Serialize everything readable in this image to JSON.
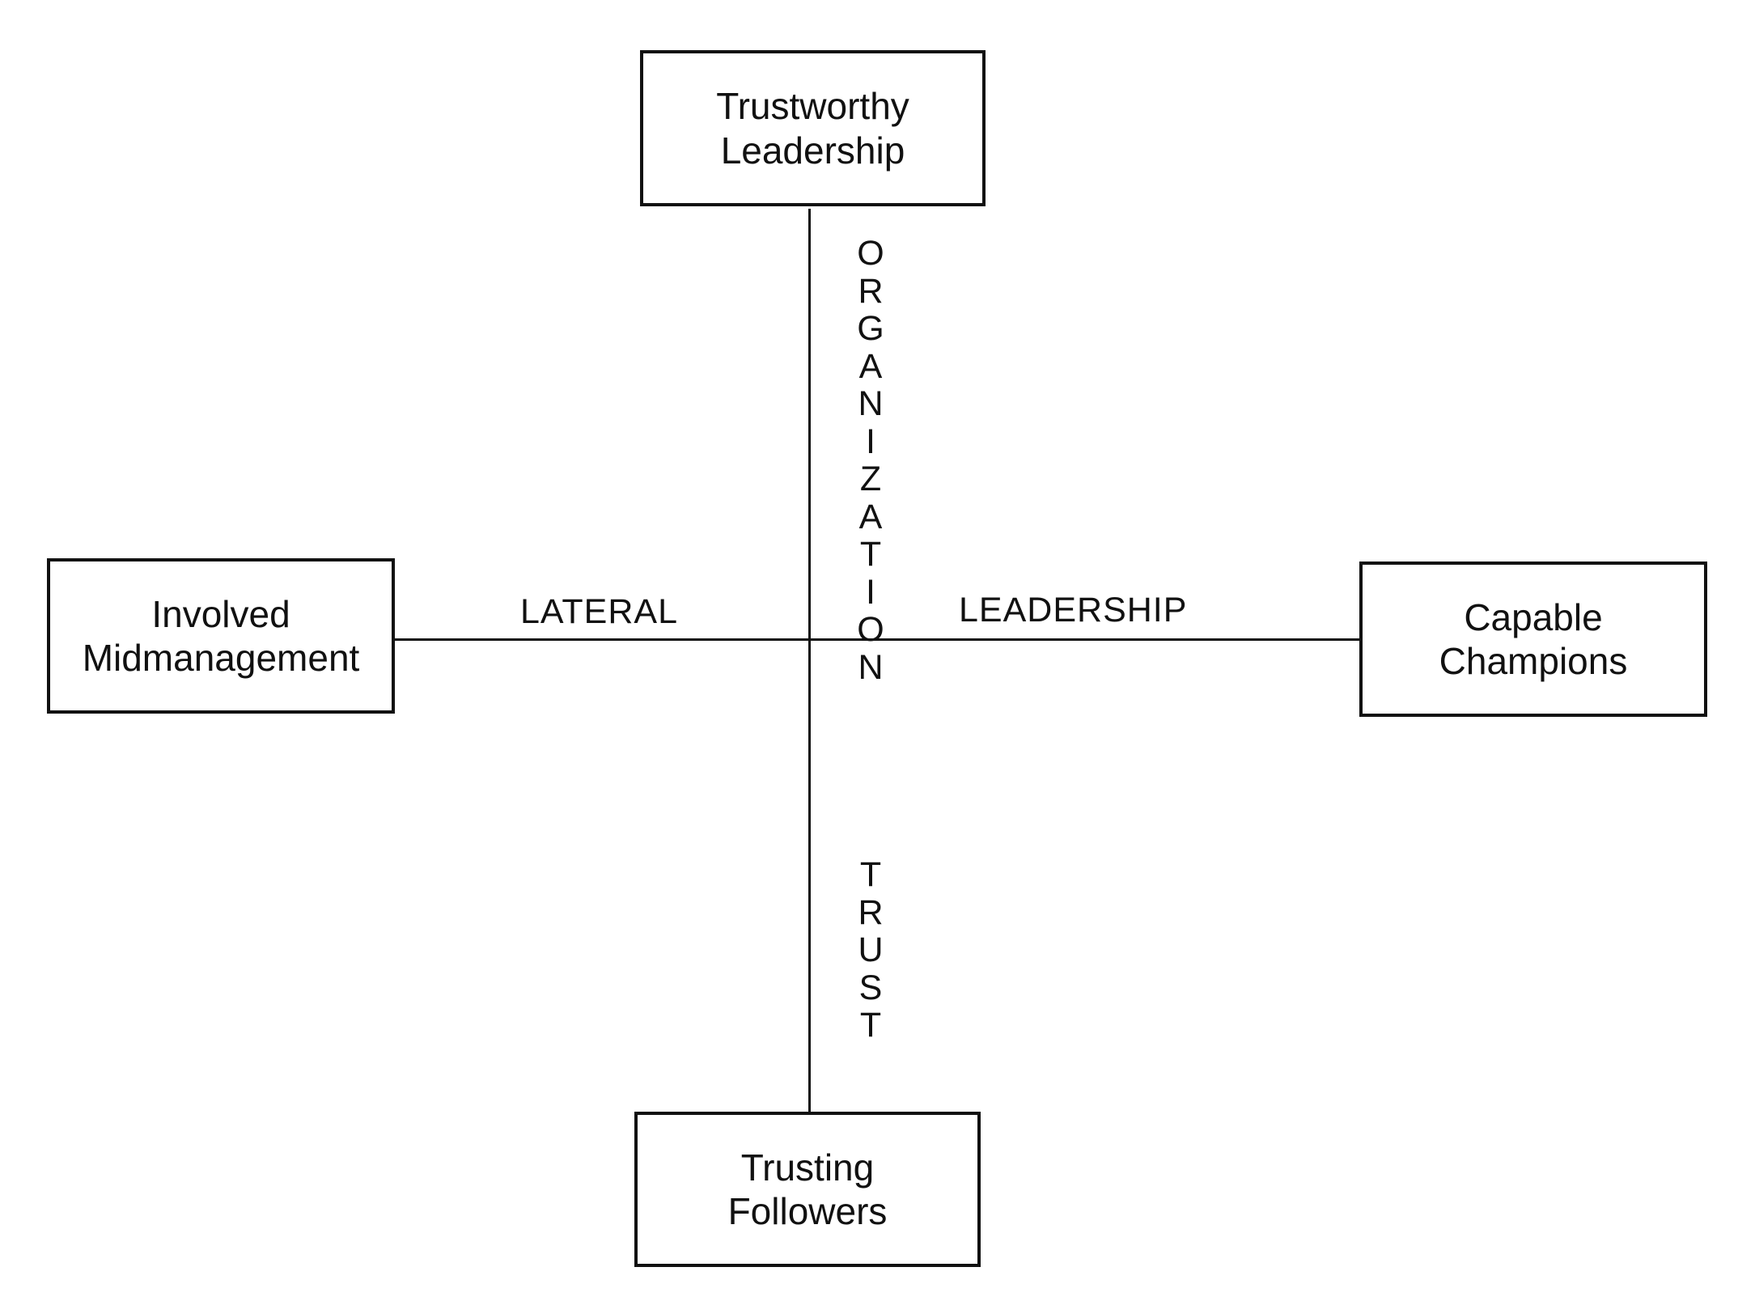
{
  "boxes": {
    "top": [
      "Trustworthy",
      "Leadership"
    ],
    "left": [
      "Involved",
      "Midmanagement"
    ],
    "right": [
      "Capable",
      "Champions"
    ],
    "bottom": [
      "Trusting",
      "Followers"
    ]
  },
  "axis_labels": {
    "lateral": "LATERAL",
    "leadership": "LEADERSHIP",
    "organization": "ORGANIZATION",
    "trust": "TRUST"
  }
}
